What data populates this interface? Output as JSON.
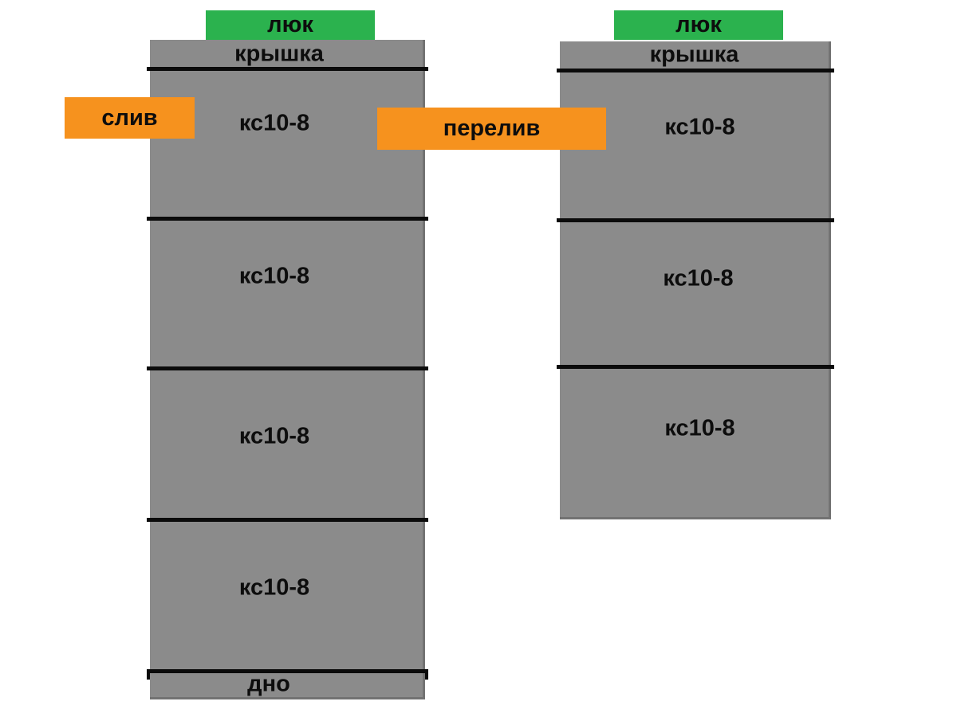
{
  "tanks": {
    "left": {
      "hatch_label": "люк",
      "lid_label": "крышка",
      "rings": [
        {
          "label": "кс10-8"
        },
        {
          "label": "кс10-8"
        },
        {
          "label": "кс10-8"
        },
        {
          "label": "кс10-8"
        }
      ],
      "bottom_label": "дно"
    },
    "right": {
      "hatch_label": "люк",
      "lid_label": "крышка",
      "rings": [
        {
          "label": "кс10-8"
        },
        {
          "label": "кс10-8"
        },
        {
          "label": "кс10-8"
        }
      ]
    }
  },
  "connections": {
    "drain_label": "слив",
    "overflow_label": "перелив"
  },
  "colors": {
    "background": "#ffffff",
    "hatch_green": "#2bb24e",
    "pipe_orange": "#f6921e",
    "concrete_gray": "#8b8b8b",
    "line_black": "#0b0b0b",
    "text_black": "#0d0d0d"
  }
}
